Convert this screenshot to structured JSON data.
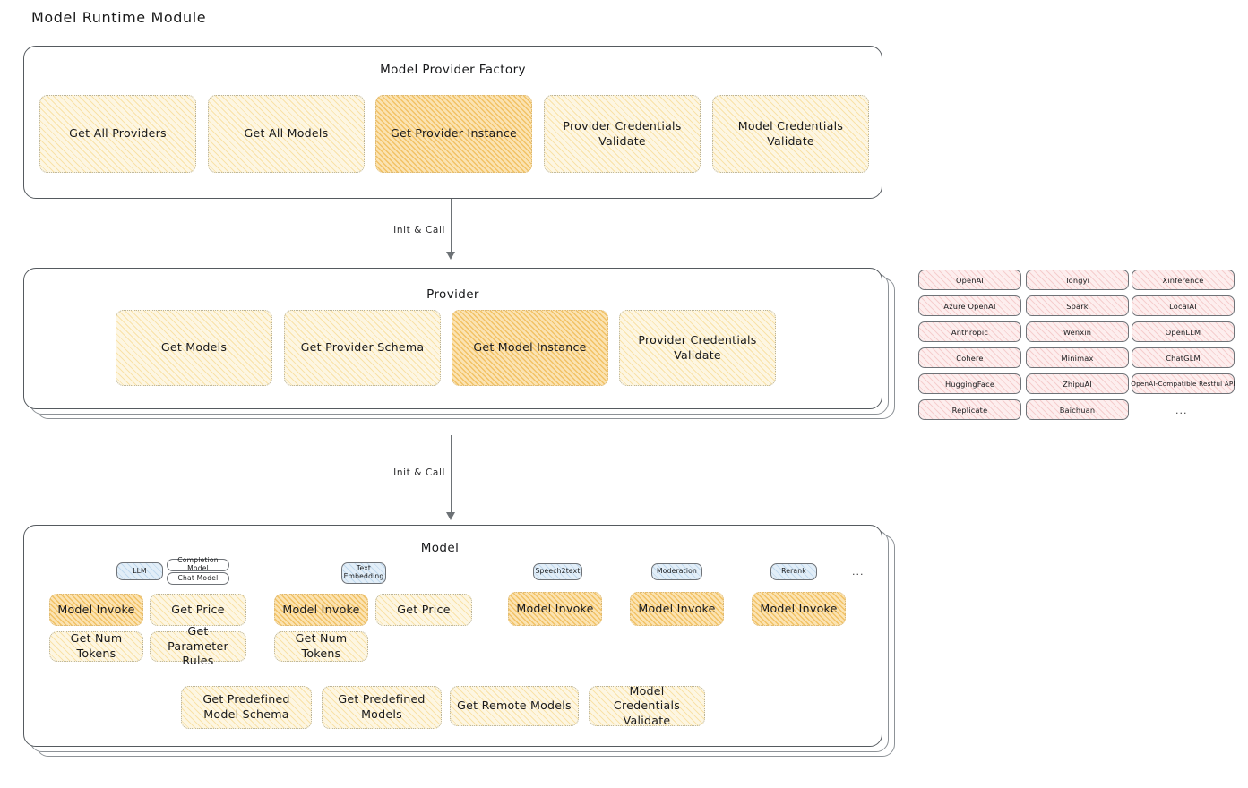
{
  "page": {
    "title": "Model Runtime Module"
  },
  "factory": {
    "title": "Model Provider Factory",
    "nodes": [
      {
        "label": "Get All Providers",
        "highlight": false
      },
      {
        "label": "Get All Models",
        "highlight": false
      },
      {
        "label": "Get Provider Instance",
        "highlight": true
      },
      {
        "label": "Provider Credentials Validate",
        "highlight": false
      },
      {
        "label": "Model Credentials Validate",
        "highlight": false
      }
    ]
  },
  "arrows": [
    {
      "label": "Init & Call"
    },
    {
      "label": "Init & Call"
    }
  ],
  "provider": {
    "title": "Provider",
    "nodes": [
      {
        "label": "Get Models",
        "highlight": false
      },
      {
        "label": "Get Provider Schema",
        "highlight": false
      },
      {
        "label": "Get Model Instance",
        "highlight": true
      },
      {
        "label": "Provider Credentials Validate",
        "highlight": false
      }
    ]
  },
  "provider_list": {
    "columns": [
      [
        "OpenAI",
        "Azure OpenAI",
        "Anthropic",
        "Cohere",
        "HuggingFace",
        "Replicate"
      ],
      [
        "Tongyi",
        "Spark",
        "Wenxin",
        "Minimax",
        "ZhipuAI",
        "Baichuan"
      ],
      [
        "Xinference",
        "LocalAI",
        "OpenLLM",
        "ChatGLM",
        "OpenAI-Compatible Restful API"
      ]
    ],
    "more": "..."
  },
  "model": {
    "title": "Model",
    "more": "...",
    "types": [
      {
        "name": "LLM",
        "style": "blue",
        "subtypes": [
          "Completion Model",
          "Chat Model"
        ]
      },
      {
        "name": "Text Embedding",
        "style": "blue",
        "subtypes": []
      },
      {
        "name": "Speech2text",
        "style": "blue",
        "subtypes": []
      },
      {
        "name": "Moderation",
        "style": "blue",
        "subtypes": []
      },
      {
        "name": "Rerank",
        "style": "blue",
        "subtypes": []
      }
    ],
    "methods": [
      {
        "label": "Model Invoke",
        "highlight": true
      },
      {
        "label": "Get Price",
        "highlight": false
      },
      {
        "label": "Get Num Tokens",
        "highlight": false
      },
      {
        "label": "Get Parameter Rules",
        "highlight": false
      },
      {
        "label": "Model Invoke",
        "highlight": true
      },
      {
        "label": "Get Price",
        "highlight": false
      },
      {
        "label": "Get Num Tokens",
        "highlight": false
      },
      {
        "label": "Model Invoke",
        "highlight": true
      },
      {
        "label": "Model Invoke",
        "highlight": true
      },
      {
        "label": "Model Invoke",
        "highlight": true
      }
    ],
    "common_methods": [
      {
        "label": "Get Predefined Model Schema",
        "highlight": false
      },
      {
        "label": "Get Predefined Models",
        "highlight": false
      },
      {
        "label": "Get Remote Models",
        "highlight": false
      },
      {
        "label": "Model Credentials Validate",
        "highlight": false
      }
    ]
  },
  "colors": {
    "node_light": "#fdf6e2",
    "node_highlight": "#fbe3b2",
    "provider_pill": "#fdeeee",
    "type_pill_blue": "#e2eef8",
    "panel_border": "#555a5f"
  }
}
